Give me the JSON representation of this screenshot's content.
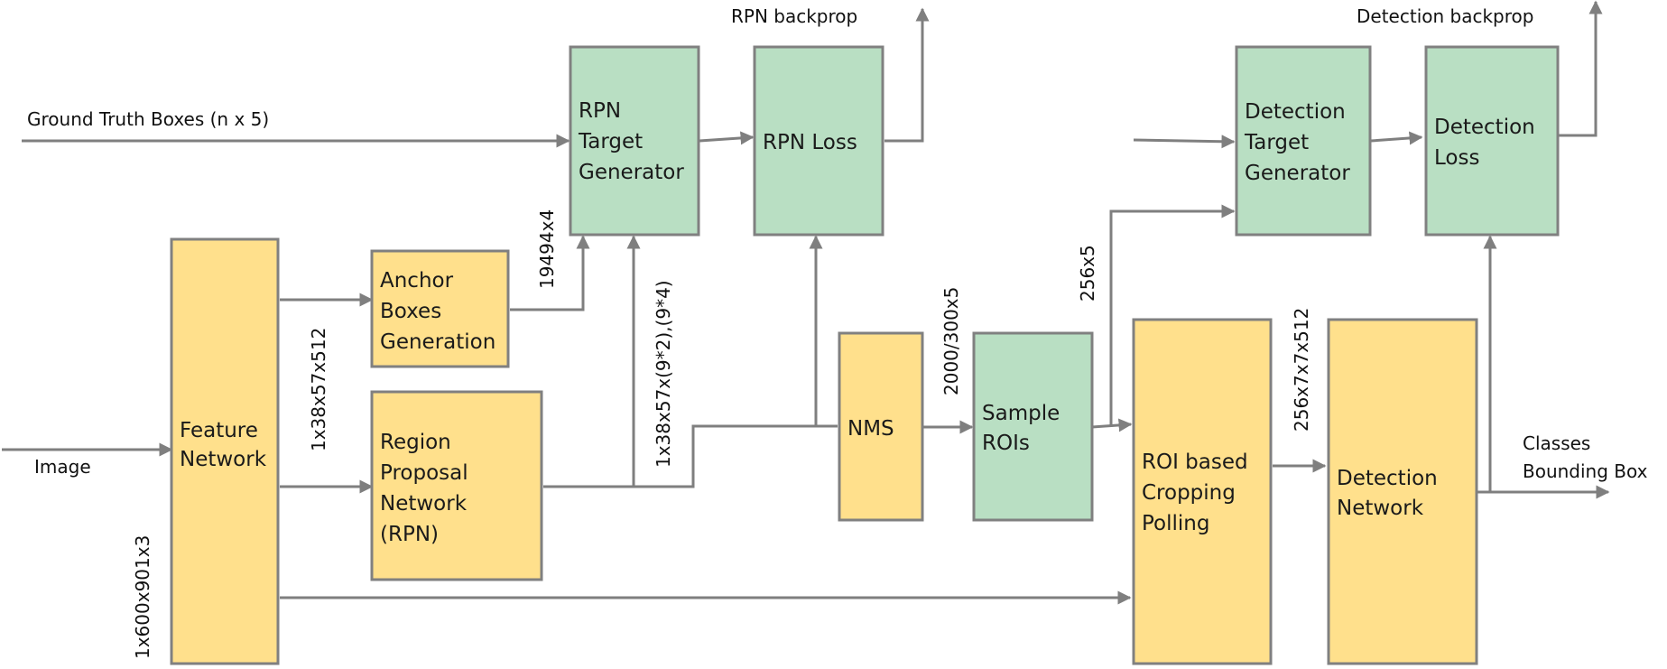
{
  "colors": {
    "yellow_fill": "#ffe08c",
    "green_fill": "#b9dfc3",
    "border": "#808080",
    "arrow": "#7f7f7f"
  },
  "nodes": {
    "feature_network": {
      "lines": [
        "Feature",
        "Network"
      ],
      "color": "yellow"
    },
    "anchor_boxes": {
      "lines": [
        "Anchor",
        "Boxes",
        "Generation"
      ],
      "color": "yellow"
    },
    "rpn": {
      "lines": [
        "Region",
        "Proposal",
        "Network",
        "(RPN)"
      ],
      "color": "yellow"
    },
    "rpn_target": {
      "lines": [
        "RPN",
        "Target",
        "Generator"
      ],
      "color": "green"
    },
    "rpn_loss": {
      "lines": [
        "RPN Loss"
      ],
      "color": "green"
    },
    "nms": {
      "lines": [
        "NMS"
      ],
      "color": "yellow"
    },
    "sample_rois": {
      "lines": [
        "Sample",
        "ROIs"
      ],
      "color": "green"
    },
    "roi_cropping": {
      "lines": [
        "ROI based",
        "Cropping",
        "Polling"
      ],
      "color": "yellow"
    },
    "detection_target": {
      "lines": [
        "Detection",
        "Target",
        "Generator"
      ],
      "color": "green"
    },
    "detection_loss": {
      "lines": [
        "Detection",
        "Loss"
      ],
      "color": "green"
    },
    "detection_network": {
      "lines": [
        "Detection",
        "Network"
      ],
      "color": "yellow"
    }
  },
  "labels": {
    "ground_truth": "Ground Truth Boxes (n x 5)",
    "image": "Image",
    "rpn_backprop": "RPN backprop",
    "detection_backprop": "Detection backprop",
    "classes": "Classes",
    "bounding_box": "Bounding Box",
    "dim_image": "1x600x901x3",
    "dim_features": "1x38x57x512",
    "dim_anchors": "19494x4",
    "dim_rpn_out": "1x38x57x(9*2),(9*4)",
    "dim_nms": "2000/300x5",
    "dim_rois": "256x5",
    "dim_crops": "256x7x7x512"
  }
}
